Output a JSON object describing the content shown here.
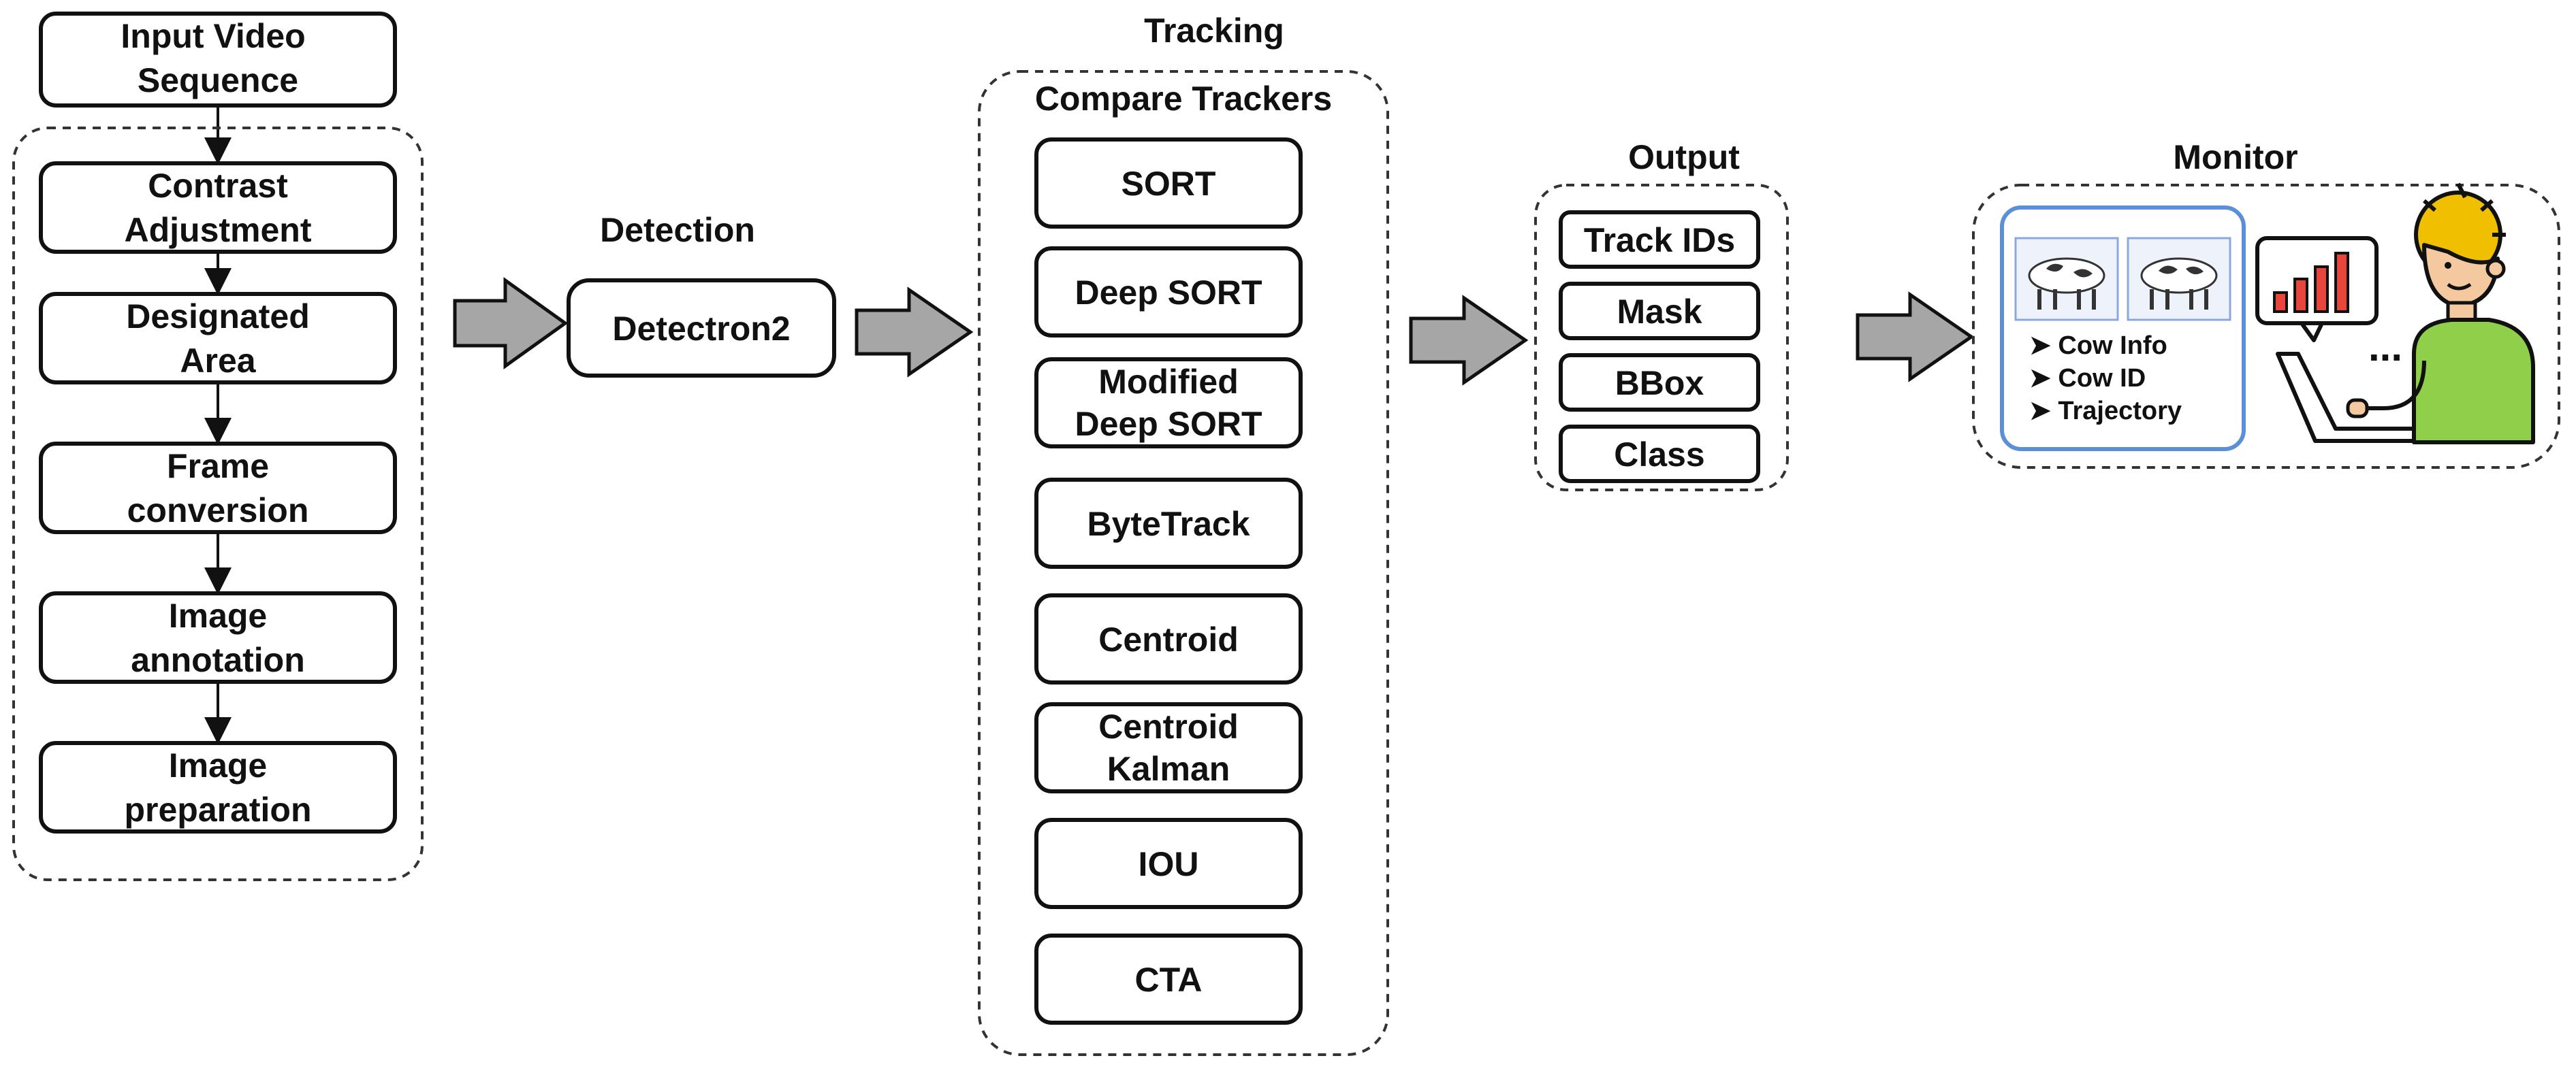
{
  "input": {
    "box": "Input Video Sequence",
    "steps": [
      "Contrast Adjustment",
      "Designated Area",
      "Frame conversion",
      "Image annotation",
      "Image preparation"
    ]
  },
  "detection": {
    "title": "Detection",
    "box": "Detectron2"
  },
  "tracking": {
    "title": "Tracking",
    "subtitle": "Compare Trackers",
    "trackers": [
      "SORT",
      "Deep SORT",
      "Modified Deep SORT",
      "ByteTrack",
      "Centroid",
      "Centroid Kalman",
      "IOU",
      "CTA"
    ]
  },
  "output": {
    "title": "Output",
    "items": [
      "Track IDs",
      "Mask",
      "BBox",
      "Class"
    ]
  },
  "monitor": {
    "title": "Monitor",
    "info": [
      "Cow Info",
      "Cow ID",
      "Trajectory"
    ],
    "ellipsis": "..."
  },
  "colors": {
    "arrow_fill": "#a6a6a6",
    "panel_border": "#5b8fd6",
    "skin": "#f5c9a0",
    "hair": "#f0c000",
    "shirt": "#8fcf4a",
    "chart_bar": "#e8463c"
  }
}
